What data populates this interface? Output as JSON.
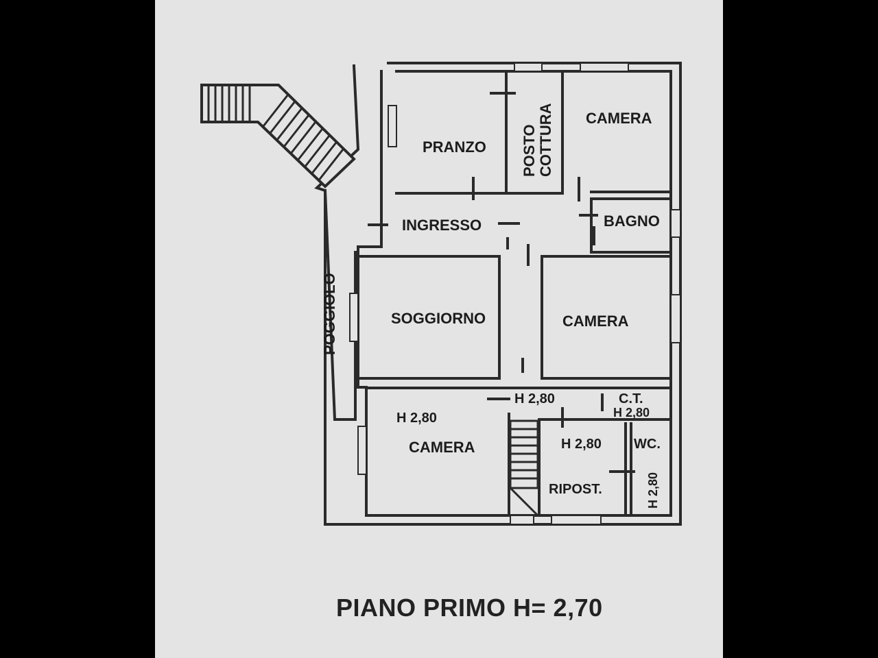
{
  "plan": {
    "caption": "PIANO PRIMO H= 2,70",
    "rooms": {
      "pranzo": "PRANZO",
      "posto_cottura_1": "POSTO",
      "posto_cottura_2": "COTTURA",
      "camera_top": "CAMERA",
      "ingresso": "INGRESSO",
      "bagno": "BAGNO",
      "soggiorno": "SOGGIORNO",
      "camera_mid": "CAMERA",
      "camera_bottom": "CAMERA",
      "poggiolo": "POGGIOLO",
      "ct": "C.T.",
      "wc": "WC.",
      "ripost": "RIPOST."
    },
    "heights": {
      "camera_bottom": "H 2,80",
      "corridor": "H 2,80",
      "ct": "H 2,80",
      "ripost": "H 2,80",
      "wc": "H 2,80"
    }
  }
}
